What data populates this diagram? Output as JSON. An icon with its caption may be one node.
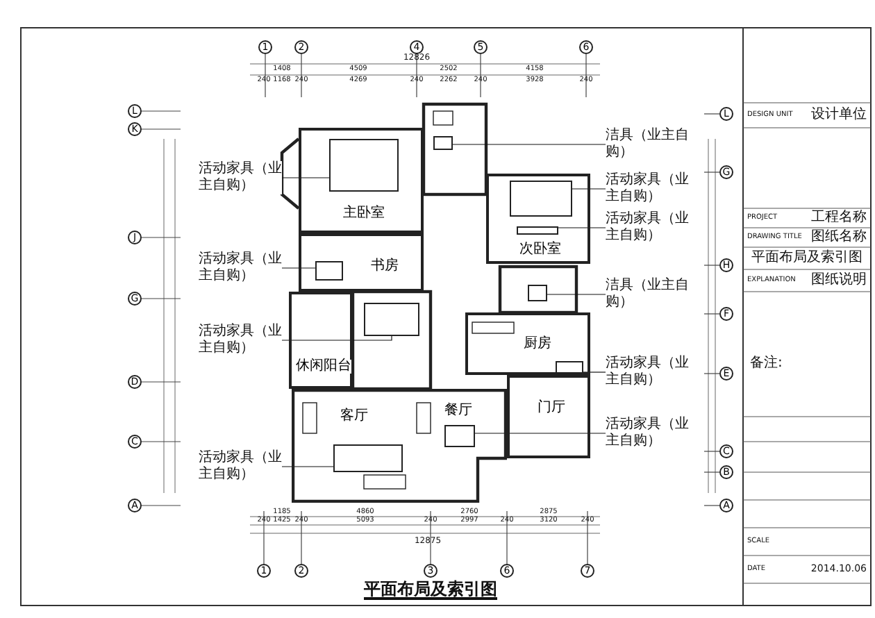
{
  "diagram": {
    "title": "平面布局及索引图",
    "nodes": [
      {
        "text": [
          "1"
        ]
      },
      {
        "text": [
          "2"
        ]
      },
      {
        "text": [
          "4"
        ]
      },
      {
        "text": [
          "5"
        ]
      },
      {
        "text": [
          "6"
        ]
      },
      {
        "text": [
          "1"
        ]
      },
      {
        "text": [
          "2"
        ]
      },
      {
        "text": [
          "3"
        ]
      },
      {
        "text": [
          "6"
        ]
      },
      {
        "text": [
          "7"
        ]
      },
      {
        "text": [
          "L"
        ]
      },
      {
        "text": [
          "K"
        ]
      },
      {
        "text": [
          "J"
        ]
      },
      {
        "text": [
          "G"
        ]
      },
      {
        "text": [
          "D"
        ]
      },
      {
        "text": [
          "C"
        ]
      },
      {
        "text": [
          "A"
        ]
      },
      {
        "text": [
          "L"
        ]
      },
      {
        "text": [
          "G"
        ]
      },
      {
        "text": [
          "H"
        ]
      },
      {
        "text": [
          "F"
        ]
      },
      {
        "text": [
          "E"
        ]
      },
      {
        "text": [
          "C"
        ]
      },
      {
        "text": [
          "B"
        ]
      },
      {
        "text": [
          "A"
        ]
      },
      {
        "text": [
          "活动家具（业主自购）"
        ]
      },
      {
        "text": [
          "活动家具（业主自购）"
        ]
      },
      {
        "text": [
          "活动家具（业主自购）"
        ]
      },
      {
        "text": [
          "活动家具（业主自购）"
        ]
      },
      {
        "text": [
          "洁具（业主自购）"
        ]
      },
      {
        "text": [
          "活动家具（业主自购）"
        ]
      },
      {
        "text": [
          "活动家具（业主自购）"
        ]
      },
      {
        "text": [
          "洁具（业主自购）"
        ]
      },
      {
        "text": [
          "活动家具（业主自购）"
        ]
      },
      {
        "text": [
          "活动家具（业主自购）"
        ]
      },
      {
        "text": [
          "主卧室"
        ]
      },
      {
        "text": [
          "书房"
        ]
      },
      {
        "text": [
          "次卧室"
        ]
      },
      {
        "text": [
          "休闲阳台"
        ]
      },
      {
        "text": [
          "厨房"
        ]
      },
      {
        "text": [
          "门厅"
        ]
      },
      {
        "text": [
          "客厅",
          "餐厅"
        ]
      },
      {
        "text": [],
        "shape": "box",
        "in": 35
      },
      {
        "text": [],
        "shape": "box",
        "in": 36
      },
      {
        "text": [],
        "shape": "box"
      },
      {
        "text": [],
        "shape": "box",
        "in": 41
      },
      {
        "text": [],
        "shape": "box"
      },
      {
        "text": [],
        "shape": "box",
        "in": 37
      },
      {
        "text": [],
        "shape": "box",
        "in": 37
      },
      {
        "text": [],
        "shape": "box"
      },
      {
        "text": [],
        "shape": "box",
        "in": 39
      },
      {
        "text": [],
        "shape": "box",
        "in": 41
      }
    ],
    "edges": [
      {
        "from": 25,
        "to": 42,
        "arrow": "none"
      },
      {
        "from": 26,
        "to": 43,
        "arrow": "none"
      },
      {
        "from": 27,
        "to": 44,
        "arrow": "none"
      },
      {
        "from": 28,
        "to": 45,
        "arrow": "none"
      },
      {
        "from": 29,
        "to": 46,
        "arrow": "none"
      },
      {
        "from": 30,
        "to": 47,
        "arrow": "none"
      },
      {
        "from": 31,
        "to": 48,
        "arrow": "none"
      },
      {
        "from": 32,
        "to": 49,
        "arrow": "none"
      },
      {
        "from": 33,
        "to": 50,
        "arrow": "none"
      },
      {
        "from": 34,
        "to": 51,
        "arrow": "none"
      }
    ],
    "labels": [
      "12826",
      "1408",
      "4509",
      "2502",
      "4158",
      "240",
      "1168",
      "240",
      "4269",
      "240",
      "2262",
      "240",
      "3928",
      "240",
      "1185",
      "4860",
      "2760",
      "2875",
      "240",
      "1425",
      "240",
      "5093",
      "240",
      "2997",
      "240",
      "3120",
      "240",
      "12875",
      "DESIGN UNIT",
      "设计单位",
      "PROJECT",
      "工程名称",
      "DRAWING TITLE",
      "图纸名称",
      "平面布局及索引图",
      "EXPLANATION",
      "图纸说明",
      "备注:",
      "SCALE",
      "DATE",
      "2014.10.06"
    ]
  }
}
